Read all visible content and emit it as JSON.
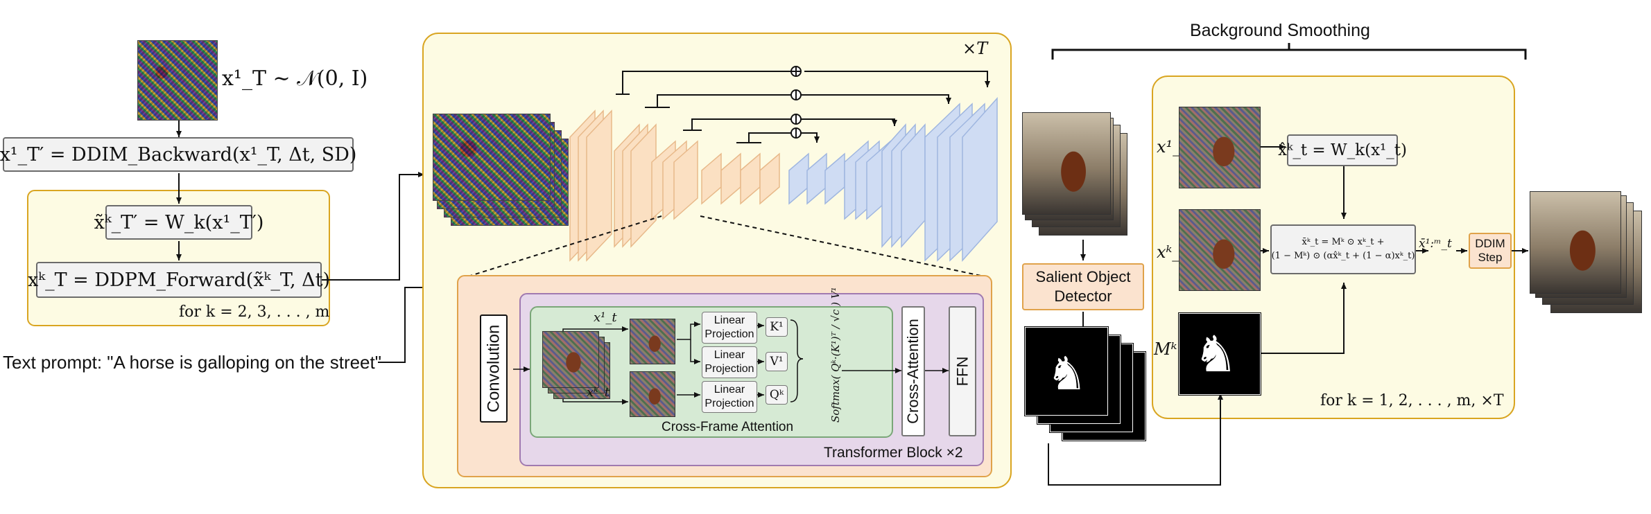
{
  "left": {
    "noise_formula": "x¹_T ∼ 𝒩(0, I)",
    "ddim_backward": "x¹_T′ = DDIM_Backward(x¹_T, Δt, SD)",
    "warp": "x̃ᵏ_T′ = W_k(x¹_T′)",
    "ddpm_forward": "xᵏ_T = DDPM_Forward(x̃ᵏ_T, Δt)",
    "loop_label": "for k = 2, 3, . . . , m",
    "text_prompt": "Text prompt: \"A horse is galloping on the street\""
  },
  "unet": {
    "repeat_label": "×T"
  },
  "transformer": {
    "convolution": "Convolution",
    "x1_label": "x¹_t",
    "xk_label": "xᵏ_t",
    "linear_projection": "Linear Projection",
    "k_label": "K¹",
    "v_label": "V¹",
    "q_label": "Qᵏ",
    "softmax_formula": "Softmax( Qᵏ·(K¹)ᵀ / √c ) V¹",
    "cross_frame_attention": "Cross-Frame Attention",
    "cross_attention": "Cross-Attention",
    "ffn": "FFN",
    "block_label": "Transformer Block ×2"
  },
  "smoothing": {
    "title": "Background Smoothing",
    "salient_detector": "Salient Object Detector",
    "x1_label": "x¹_t",
    "xk_label": "xᵏ_t",
    "mk_label": "Mᵏ",
    "warp_formula": "x̂ᵏ_t = W_k(x¹_t)",
    "blend_line1": "x̄ᵏ_t = Mᵏ ⊙ xᵏ_t +",
    "blend_line2": "(1 − Mᵏ) ⊙ (αx̂ᵏ_t + (1 − α)xᵏ_t)",
    "bar_label": "x̄¹:ᵐ_t",
    "ddim_step": "DDIM Step",
    "loop_label": "for k = 1, 2, . . . , m,  ×T"
  }
}
